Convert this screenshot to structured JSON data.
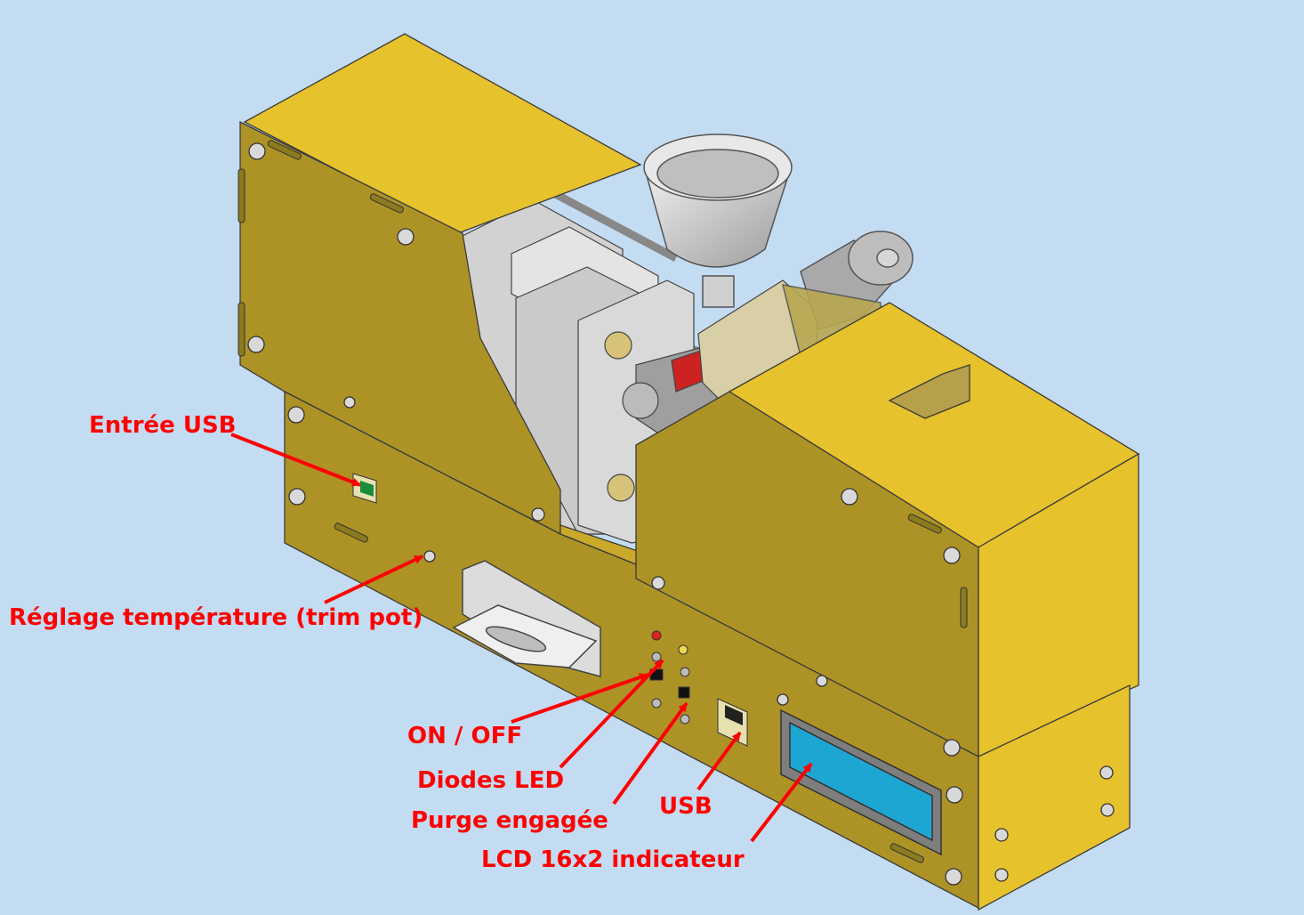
{
  "colors": {
    "background": "#c3dcf2",
    "housing_light": "#e9c22d",
    "housing_mid": "#d5ad26",
    "housing_dark": "#ad9326",
    "metal": "#cfcfcf",
    "label_red": "#ff0000",
    "lcd": "#1ea6d2"
  },
  "labels": {
    "usb_input": "Entrée USB",
    "temperature": "Réglage température (trim pot)",
    "on_off": "ON / OFF",
    "leds": "Diodes LED",
    "purge": "Purge engagée",
    "usb": "USB",
    "lcd": "LCD 16x2 indicateur"
  }
}
